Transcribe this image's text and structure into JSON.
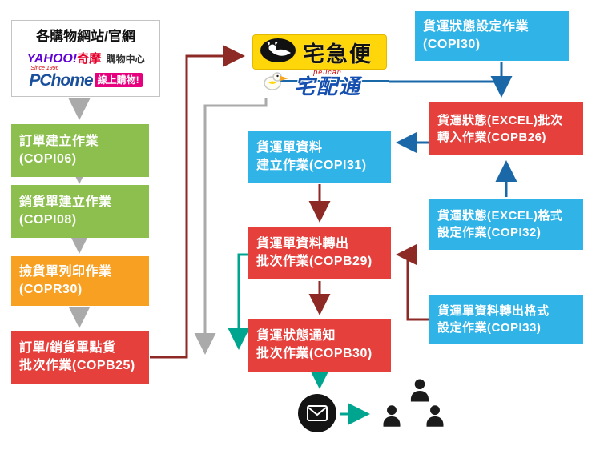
{
  "palette": {
    "green": "#8cbf4e",
    "orange": "#f7a022",
    "red": "#e6403d",
    "cyan": "#30b4e8",
    "arrow_gray": "#aaaaaa",
    "arrow_maroon": "#8e2a26",
    "arrow_blue": "#1a68a8",
    "arrow_teal": "#00a590",
    "taqbin_yellow": "#ffd60a",
    "pelican_blue": "#1550b0",
    "pchome_pink": "#e6007e",
    "yahoo_purple": "#5f01d1"
  },
  "icons": {
    "cat": "cat-icon",
    "pelican": "pelican-icon",
    "envelope": "envelope-icon",
    "customers": "person-icon"
  },
  "shop_panel": {
    "title": "各購物網站/官網",
    "yahoo": {
      "brand": "YAHOO!",
      "kimo": "奇摩",
      "label": "購物中心"
    },
    "pchome": {
      "since": "Since 1996",
      "brand": "PChome",
      "label": "線上購物!"
    }
  },
  "carriers": {
    "taqbin": {
      "name": "宅急便"
    },
    "pelican": {
      "sub": "pelican",
      "name": "宅配通"
    }
  },
  "left_flow": [
    {
      "line1": "訂單建立作業",
      "line2": "(COPI06)"
    },
    {
      "line1": "銷貨單建立作業",
      "line2": "(COPI08)"
    },
    {
      "line1": "撿貨單列印作業",
      "line2": "(COPR30)"
    },
    {
      "line1": "訂單/銷貨單點貨",
      "line2": "批次作業(COPB25)"
    }
  ],
  "middle_flow": [
    {
      "line1": "貨運單資料",
      "line2": "建立作業(COPI31)"
    },
    {
      "line1": "貨運單資料轉出",
      "line2": "批次作業(COPB29)"
    },
    {
      "line1": "貨運狀態通知",
      "line2": "批次作業(COPB30)"
    }
  ],
  "right_flow": [
    {
      "line1": "貨運狀態設定作業",
      "line2": "(COPI30)"
    },
    {
      "line1": "貨運狀態(EXCEL)批次",
      "line2": "轉入作業(COPB26)"
    },
    {
      "line1": "貨運狀態(EXCEL)格式",
      "line2": "設定作業(COPI32)"
    },
    {
      "line1": "貨運單資料轉出格式",
      "line2": "設定作業(COPI33)"
    }
  ]
}
